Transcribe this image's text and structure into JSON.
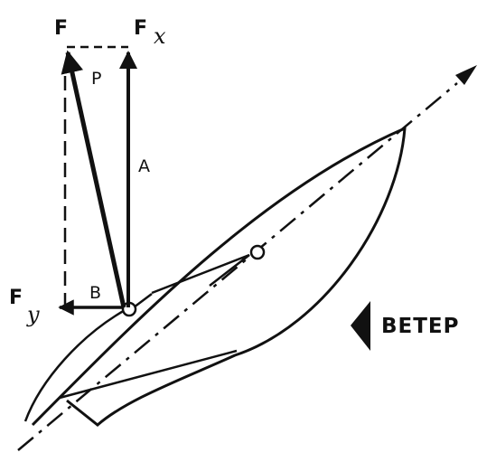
{
  "labels": {
    "F": "F",
    "Fx_main": "F",
    "Fx_sub": "x",
    "Fy_main": "F",
    "Fy_sub": "y",
    "P": "P",
    "A": "A",
    "B": "B",
    "wind": "ВЕТЕР"
  },
  "colors": {
    "ink": "#111111",
    "paper": "#ffffff"
  }
}
